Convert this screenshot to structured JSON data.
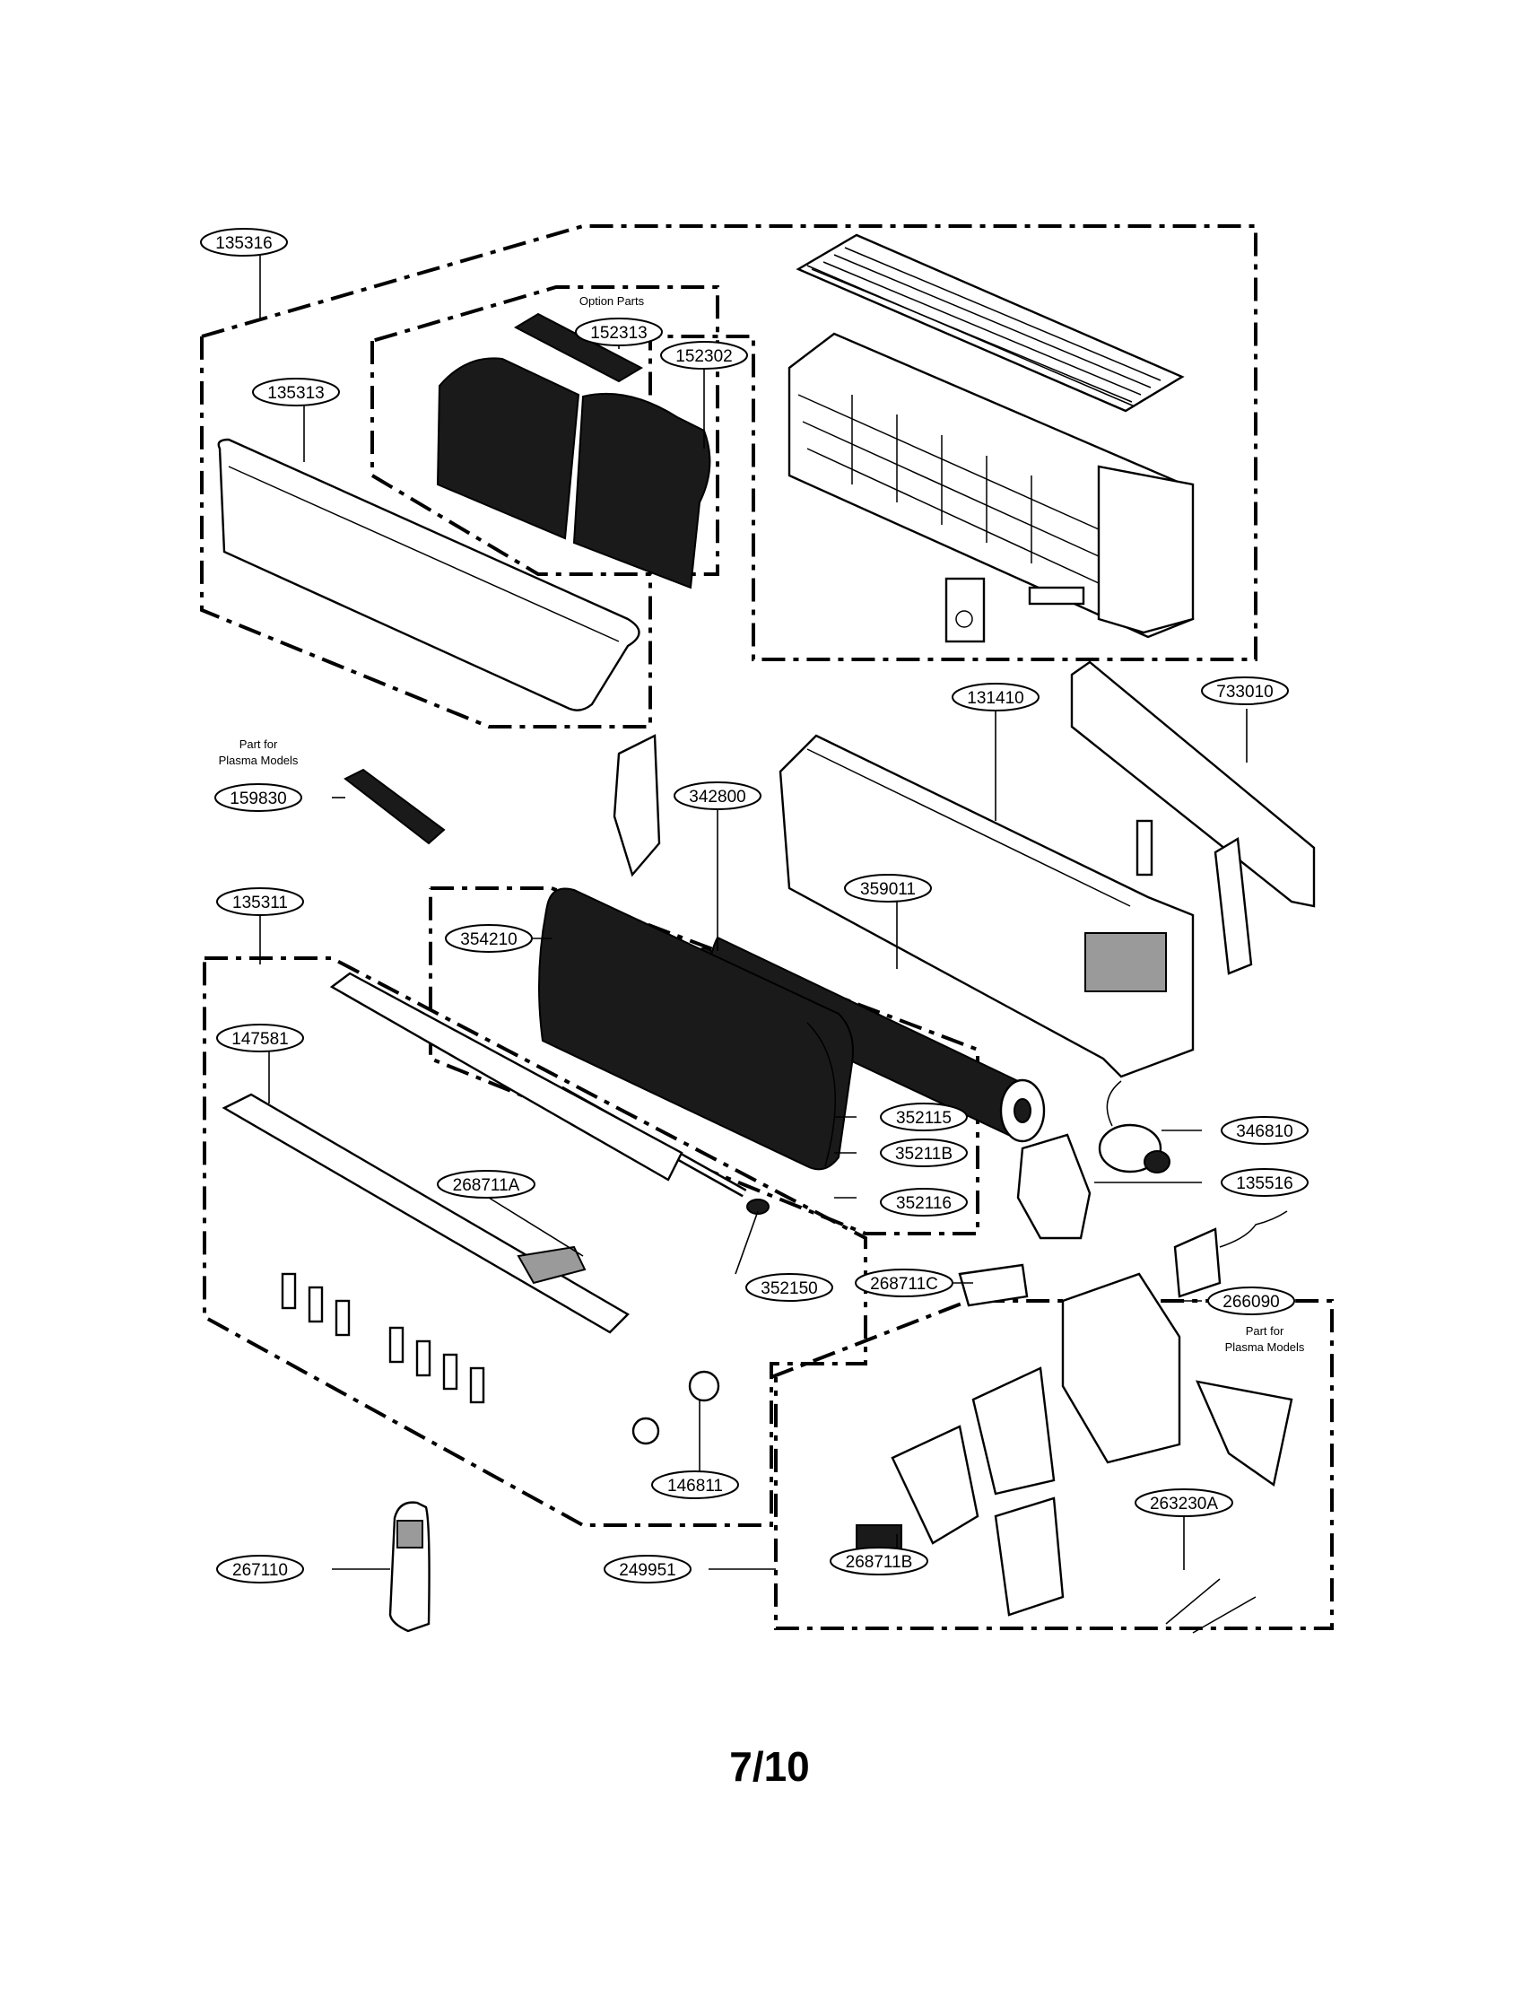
{
  "page": {
    "number": "7/10"
  },
  "notes": {
    "option_parts": "Option Parts",
    "plasma_a_line1": "Part for",
    "plasma_a_line2": "Plasma Models",
    "plasma_b_line1": "Part for",
    "plasma_b_line2": "Plasma Models"
  },
  "callouts": [
    "135316",
    "152313",
    "152302",
    "135313",
    "131410",
    "733010",
    "159830",
    "342800",
    "359011",
    "135311",
    "354210",
    "147581",
    "352115",
    "35211B",
    "352116",
    "346810",
    "135516",
    "268711A",
    "352150",
    "268711C",
    "266090",
    "146811",
    "263230A",
    "268711B",
    "267110",
    "249951"
  ]
}
